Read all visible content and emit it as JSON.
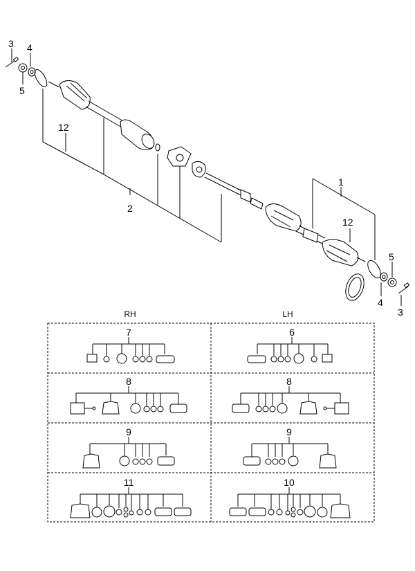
{
  "diagram": {
    "callouts": {
      "n3_left": "3",
      "n4_left": "4",
      "n5_left": "5",
      "n12_left": "12",
      "n2": "2",
      "n1": "1",
      "n12_right": "12",
      "n5_right": "5",
      "n4_right": "4",
      "n3_right": "3"
    },
    "kits": {
      "col_rh": "RH",
      "col_lh": "LH",
      "rh_row1": "7",
      "lh_row1": "6",
      "rh_row2": "8",
      "lh_row2": "8",
      "rh_row3": "9",
      "lh_row3": "9",
      "rh_row4": "11",
      "lh_row4": "10"
    }
  }
}
